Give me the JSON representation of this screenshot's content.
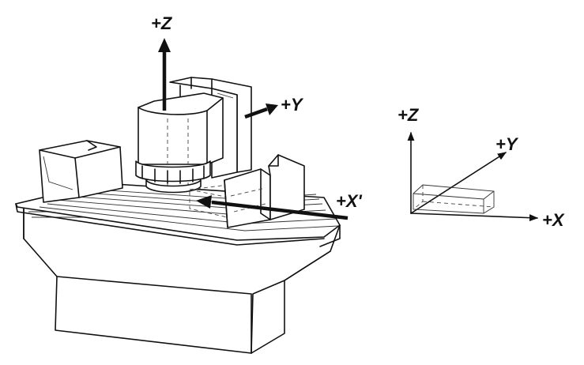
{
  "machine_axes": {
    "z_label": "+Z",
    "y_label": "+Y",
    "x_prime_label": "+X'"
  },
  "reference_triad": {
    "z_label": "+Z",
    "y_label": "+Y",
    "x_label": "+X"
  }
}
